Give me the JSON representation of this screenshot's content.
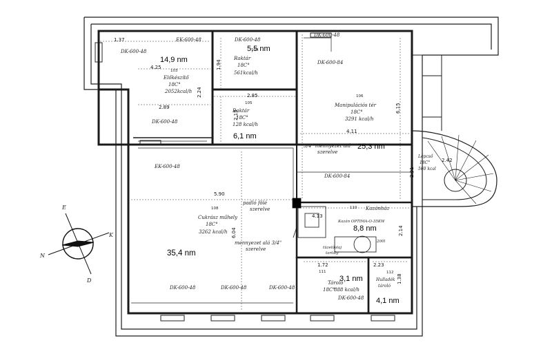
{
  "areas": {
    "a1": "14,9 nm",
    "a2": "5,5 nm",
    "a3": "6,1 nm",
    "a4": "25,3 nm",
    "a5": "35,4 nm",
    "a6": "8,8 nm",
    "a7": "3,1 nm",
    "a8": "4,1 nm"
  },
  "rooms": {
    "eloeszito": {
      "name": "Előkészítő",
      "temp": "18C°",
      "heat": "2052kcal/h",
      "num": "103"
    },
    "raktar1": {
      "name": "Raktár",
      "temp": "18C°",
      "heat": "561kcal/h",
      "num": "104"
    },
    "raktar2": {
      "name": "Raktár",
      "temp": "18C°",
      "heat": "128 kcal/h",
      "num": "105"
    },
    "manipulacios": {
      "name": "Manipulációs tér",
      "temp": "18C°",
      "heat": "3291 kcal/h",
      "num": "106"
    },
    "cukrasz": {
      "name": "Cukrász műhely",
      "temp": "18C°",
      "heat": "3262 kcal/h",
      "num": "108"
    },
    "kazanhaz": {
      "name": "Kazánház",
      "num": "110",
      "boiler": "Kazán OPTIMA-O-35KW",
      "tank": "200l",
      "note1": "tüzelőolaj",
      "note2": "tartály"
    },
    "tarolo": {
      "name": "Tároló",
      "temp": "18C°",
      "heat": "888 kcal/h",
      "num": "111"
    },
    "hulladek": {
      "name": "Hulladék",
      "sub": "tároló",
      "num": "112"
    },
    "lepcso": {
      "name": "Lépcső",
      "temp": "18C°",
      "heat": "560 kcal"
    }
  },
  "dims": {
    "d1": "1.37",
    "d2": "4.25",
    "d3": "2.24",
    "d4": "2.89",
    "d5": "1.94",
    "d6": "2.85",
    "d7": "2.15",
    "d8": "4.11",
    "d9": "6.15",
    "d10": "2.01",
    "d11": "2.42",
    "d12": "5.90",
    "d13": "6.04",
    "d14": "4.13",
    "d15": "2.14",
    "d16": "1.72",
    "d17": "2.23",
    "d18": "1.38"
  },
  "radiators": {
    "r1": "EK-600-48",
    "r2": "DK-600-48",
    "r3": "DK-600-48",
    "r4": "DK-600-48",
    "r5": "DK-600-84",
    "r6": "DK-600-48",
    "r7": "EK-600-48",
    "r8": "DK-600-84",
    "r9": "DK-600-48",
    "r10": "DK-600-48",
    "r11": "DK-600-48",
    "r12": "DK-600-48"
  },
  "notes": {
    "n1": "3/4\" mennyezet alá",
    "n1b": "szerelve",
    "n2": "padló fölé",
    "n2b": "szerelve",
    "n3": "mennyezet alá 3/4\"",
    "n3b": "szerelve"
  },
  "compass": {
    "e": "E",
    "k": "K",
    "n": "N",
    "d": "D"
  }
}
